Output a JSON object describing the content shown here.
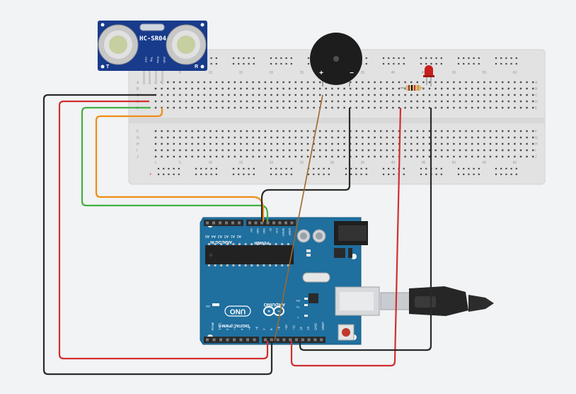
{
  "sensor": {
    "model": "HC-SR04",
    "left_mark": "T",
    "right_mark": "R",
    "pins": [
      "VCC",
      "Trig",
      "Echo",
      "GND"
    ]
  },
  "breadboard": {
    "column_numbers": [
      "1",
      "5",
      "10",
      "15",
      "20",
      "25",
      "30",
      "35",
      "40",
      "45",
      "50",
      "55",
      "60"
    ],
    "row_letters_top": [
      "A",
      "B",
      "C",
      "D",
      "E"
    ],
    "row_letters_bottom": [
      "F",
      "G",
      "H",
      "I",
      "J"
    ]
  },
  "buzzer": {
    "plus": "+",
    "minus": "−"
  },
  "arduino": {
    "brand": "ARDUINO",
    "model": "UNO",
    "analog_header": "ANALOG IN",
    "analog_pins": [
      "A5",
      "A4",
      "A3",
      "A2",
      "A1",
      "A0"
    ],
    "power_header": "POWER",
    "power_pins": [
      "VIN",
      "GND",
      "GND",
      "5V",
      "3.3V",
      "RESET",
      "IOREF"
    ],
    "digital_header": "DIGITAL (PWM~)",
    "digital_pins": [
      "AREF",
      "GND",
      "13",
      "12",
      "~11",
      "~10",
      "~9",
      "8",
      "7",
      "~6",
      "~5",
      "4",
      "~3",
      "2",
      "TX▸1",
      "RX◂0"
    ],
    "led_labels": [
      "L",
      "TX",
      "RX",
      "ON"
    ]
  },
  "colors": {
    "background": "#f1f3f4",
    "breadboard": "#e2e2e2",
    "arduino_board": "#1f6f9f",
    "sensor_board": "#183b8c",
    "wire_red": "#d32f2f",
    "wire_black": "#2a2a2a",
    "wire_green": "#44b043",
    "wire_orange": "#f08d17",
    "wire_brown": "#a0672b"
  }
}
